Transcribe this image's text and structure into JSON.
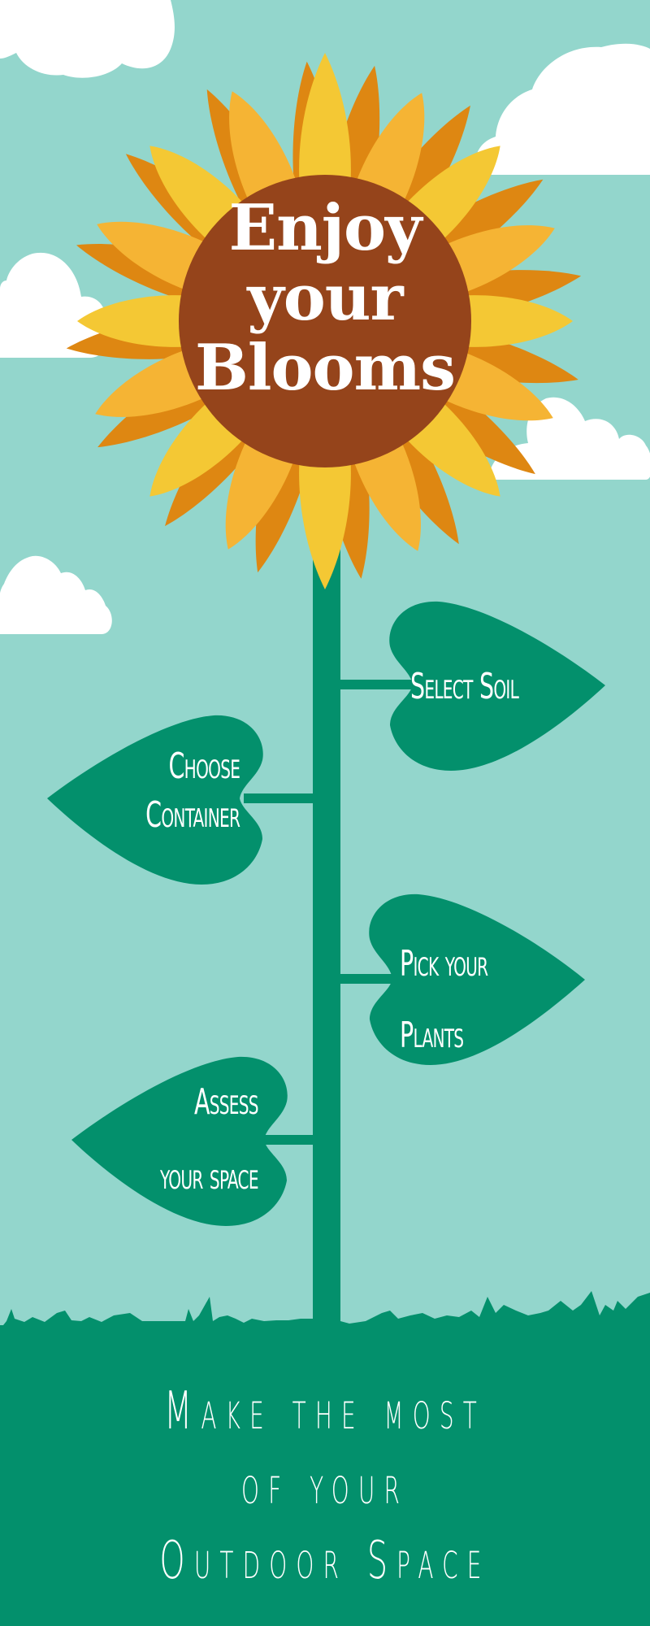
{
  "poster": {
    "title_lines": [
      "Enjoy",
      "your",
      "Blooms"
    ],
    "steps": [
      {
        "lines": [
          "Select Soil"
        ],
        "side": "right"
      },
      {
        "lines": [
          "Choose",
          "Container"
        ],
        "side": "left"
      },
      {
        "lines": [
          "Pick your",
          "Plants"
        ],
        "side": "right"
      },
      {
        "lines": [
          "Assess",
          "your space"
        ],
        "side": "left"
      }
    ],
    "footer_lines": [
      "Make the most",
      "of your",
      "Outdoor Space"
    ]
  },
  "colors": {
    "sky": "#93d6cc",
    "cloud": "#ffffff",
    "stem_leaf_grass": "#03906c",
    "flower_center": "#95441b",
    "petal_dark": "#de8712",
    "petal_mid": "#f5b434",
    "petal_light": "#f4c834",
    "text": "#ffffff"
  }
}
